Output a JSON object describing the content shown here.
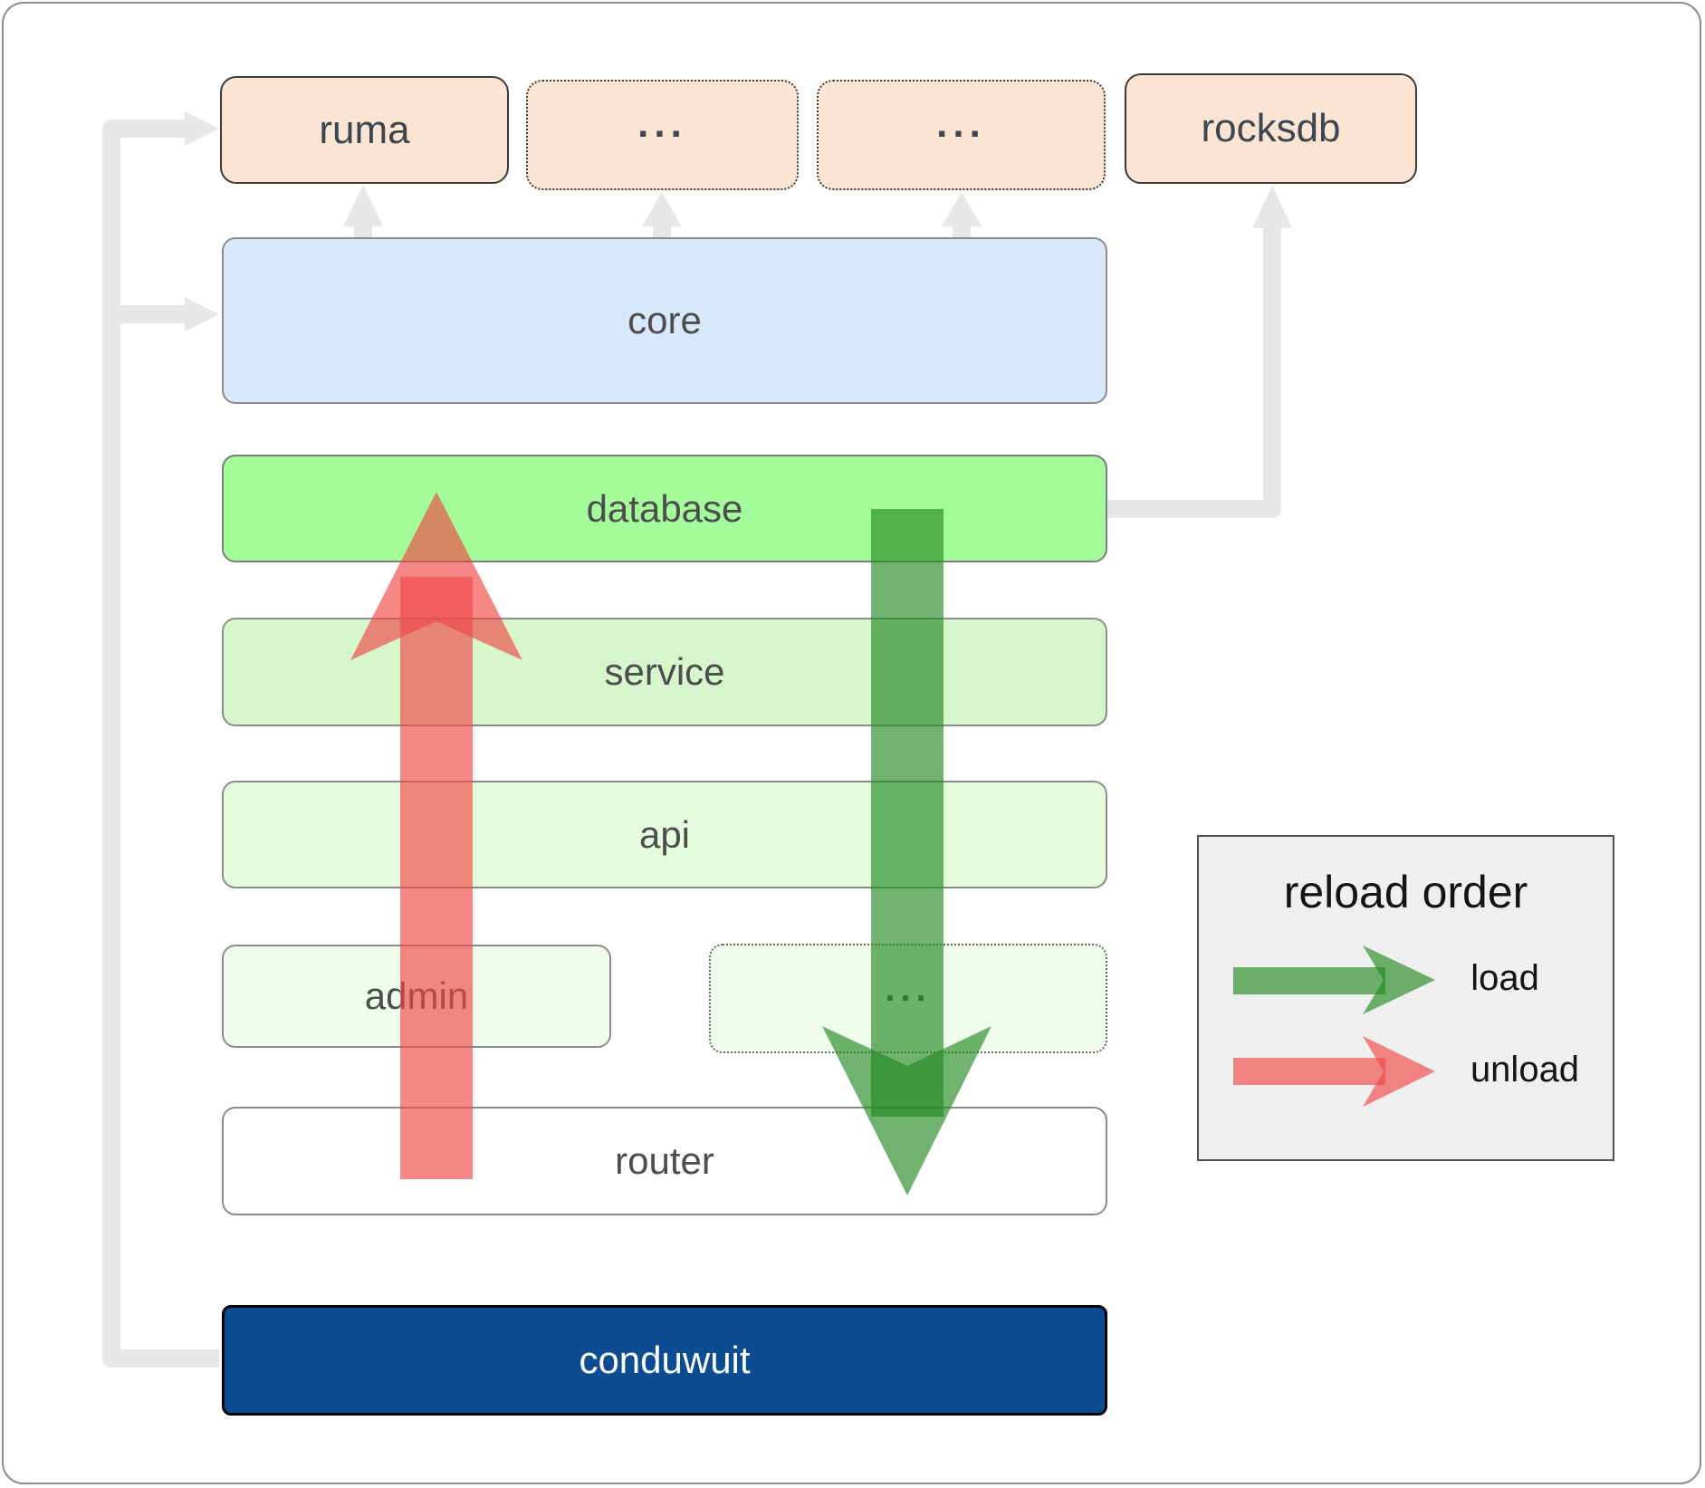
{
  "diagram": {
    "top_row": [
      {
        "label": "ruma",
        "border": "solid"
      },
      {
        "label": "...",
        "border": "dotted"
      },
      {
        "label": "...",
        "border": "dotted"
      },
      {
        "label": "rocksdb",
        "border": "solid"
      }
    ],
    "layers": {
      "core": "core",
      "database": "database",
      "service": "service",
      "api": "api",
      "admin": "admin",
      "admin_more": "...",
      "router": "router",
      "conduwuit": "conduwuit"
    },
    "legend": {
      "title": "reload order",
      "load_label": "load",
      "unload_label": "unload"
    },
    "colors": {
      "load_arrow": "rgba(34,139,34,0.65)",
      "unload_arrow": "rgba(240,70,70,0.65)",
      "connector": "#e7e7e7",
      "top_box_fill": "#fbe5d2",
      "core_fill": "#d7e8fb",
      "database_fill": "#a3fc99",
      "service_fill": "#d5f7cb",
      "api_fill": "#e4fbdc",
      "admin_fill": "#effceb",
      "router_fill": "#ffffff",
      "conduwuit_fill": "#0c4c93",
      "legend_fill": "#efefef"
    }
  }
}
